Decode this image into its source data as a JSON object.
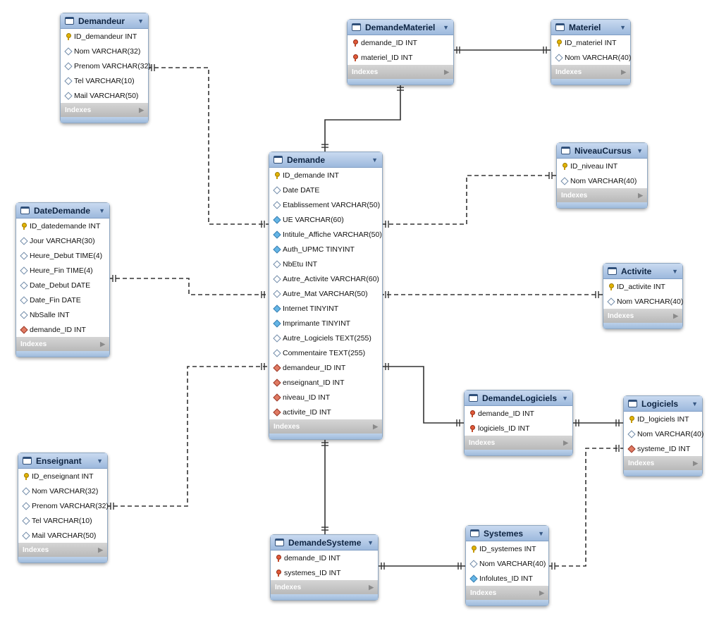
{
  "tables": [
    {
      "id": "Demandeur",
      "name": "Demandeur",
      "columns": [
        {
          "label": "ID_demandeur INT",
          "icon": "primary-key-icon"
        },
        {
          "label": "Nom VARCHAR(32)",
          "icon": "attribute-icon"
        },
        {
          "label": "Prenom VARCHAR(32)",
          "icon": "attribute-icon"
        },
        {
          "label": "Tel VARCHAR(10)",
          "icon": "attribute-icon"
        },
        {
          "label": "Mail VARCHAR(50)",
          "icon": "attribute-icon"
        }
      ],
      "indexes_label": "Indexes"
    },
    {
      "id": "DemandeMateriel",
      "name": "DemandeMateriel",
      "columns": [
        {
          "label": "demande_ID INT",
          "icon": "primary-foreign-key-icon"
        },
        {
          "label": "materiel_ID INT",
          "icon": "primary-foreign-key-icon"
        }
      ],
      "indexes_label": "Indexes"
    },
    {
      "id": "Materiel",
      "name": "Materiel",
      "columns": [
        {
          "label": "ID_materiel INT",
          "icon": "primary-key-icon"
        },
        {
          "label": "Nom VARCHAR(40)",
          "icon": "attribute-icon"
        }
      ],
      "indexes_label": "Indexes"
    },
    {
      "id": "NiveauCursus",
      "name": "NiveauCursus",
      "columns": [
        {
          "label": "ID_niveau INT",
          "icon": "primary-key-icon"
        },
        {
          "label": "Nom VARCHAR(40)",
          "icon": "attribute-icon"
        }
      ],
      "indexes_label": "Indexes"
    },
    {
      "id": "Demande",
      "name": "Demande",
      "columns": [
        {
          "label": "ID_demande INT",
          "icon": "primary-key-icon"
        },
        {
          "label": "Date DATE",
          "icon": "attribute-icon"
        },
        {
          "label": "Etablissement VARCHAR(50)",
          "icon": "attribute-icon"
        },
        {
          "label": "UE VARCHAR(60)",
          "icon": "not-null-icon"
        },
        {
          "label": "Intitule_Affiche VARCHAR(50)",
          "icon": "not-null-icon"
        },
        {
          "label": "Auth_UPMC TINYINT",
          "icon": "not-null-icon"
        },
        {
          "label": "NbEtu INT",
          "icon": "attribute-icon"
        },
        {
          "label": "Autre_Activite VARCHAR(60)",
          "icon": "attribute-icon"
        },
        {
          "label": "Autre_Mat VARCHAR(50)",
          "icon": "attribute-icon"
        },
        {
          "label": "Internet TINYINT",
          "icon": "not-null-icon"
        },
        {
          "label": "Imprimante TINYINT",
          "icon": "not-null-icon"
        },
        {
          "label": "Autre_Logiciels TEXT(255)",
          "icon": "attribute-icon"
        },
        {
          "label": "Commentaire TEXT(255)",
          "icon": "attribute-icon"
        },
        {
          "label": "demandeur_ID INT",
          "icon": "foreign-key-icon"
        },
        {
          "label": "enseignant_ID INT",
          "icon": "foreign-key-icon"
        },
        {
          "label": "niveau_ID INT",
          "icon": "foreign-key-icon"
        },
        {
          "label": "activite_ID INT",
          "icon": "foreign-key-icon"
        }
      ],
      "indexes_label": "Indexes"
    },
    {
      "id": "DateDemande",
      "name": "DateDemande",
      "columns": [
        {
          "label": "ID_datedemande INT",
          "icon": "primary-key-icon"
        },
        {
          "label": "Jour VARCHAR(30)",
          "icon": "attribute-icon"
        },
        {
          "label": "Heure_Debut TIME(4)",
          "icon": "attribute-icon"
        },
        {
          "label": "Heure_Fin TIME(4)",
          "icon": "attribute-icon"
        },
        {
          "label": "Date_Debut DATE",
          "icon": "attribute-icon"
        },
        {
          "label": "Date_Fin DATE",
          "icon": "attribute-icon"
        },
        {
          "label": "NbSalle INT",
          "icon": "attribute-icon"
        },
        {
          "label": "demande_ID INT",
          "icon": "foreign-key-icon"
        }
      ],
      "indexes_label": "Indexes"
    },
    {
      "id": "Activite",
      "name": "Activite",
      "columns": [
        {
          "label": "ID_activite INT",
          "icon": "primary-key-icon"
        },
        {
          "label": "Nom VARCHAR(40)",
          "icon": "attribute-icon"
        }
      ],
      "indexes_label": "Indexes"
    },
    {
      "id": "DemandeLogiciels",
      "name": "DemandeLogiciels",
      "columns": [
        {
          "label": "demande_ID INT",
          "icon": "primary-foreign-key-icon"
        },
        {
          "label": "logiciels_ID INT",
          "icon": "primary-foreign-key-icon"
        }
      ],
      "indexes_label": "Indexes"
    },
    {
      "id": "Logiciels",
      "name": "Logiciels",
      "columns": [
        {
          "label": "ID_logiciels INT",
          "icon": "primary-key-icon"
        },
        {
          "label": "Nom VARCHAR(40)",
          "icon": "attribute-icon"
        },
        {
          "label": "systeme_ID INT",
          "icon": "foreign-key-icon"
        }
      ],
      "indexes_label": "Indexes"
    },
    {
      "id": "Enseignant",
      "name": "Enseignant",
      "columns": [
        {
          "label": "ID_enseignant INT",
          "icon": "primary-key-icon"
        },
        {
          "label": "Nom VARCHAR(32)",
          "icon": "attribute-icon"
        },
        {
          "label": "Prenom VARCHAR(32)",
          "icon": "attribute-icon"
        },
        {
          "label": "Tel VARCHAR(10)",
          "icon": "attribute-icon"
        },
        {
          "label": "Mail VARCHAR(50)",
          "icon": "attribute-icon"
        }
      ],
      "indexes_label": "Indexes"
    },
    {
      "id": "DemandeSysteme",
      "name": "DemandeSysteme",
      "columns": [
        {
          "label": "demande_ID INT",
          "icon": "primary-foreign-key-icon"
        },
        {
          "label": "systemes_ID INT",
          "icon": "primary-foreign-key-icon"
        }
      ],
      "indexes_label": "Indexes"
    },
    {
      "id": "Systemes",
      "name": "Systemes",
      "columns": [
        {
          "label": "ID_systemes INT",
          "icon": "primary-key-icon"
        },
        {
          "label": "Nom VARCHAR(40)",
          "icon": "attribute-icon"
        },
        {
          "label": "Infolutes_ID INT",
          "icon": "not-null-icon"
        }
      ],
      "indexes_label": "Indexes"
    }
  ],
  "relationships": [
    {
      "from": "Demandeur",
      "to": "Demande",
      "style": "dashed",
      "notation": "one-to-many"
    },
    {
      "from": "DemandeMateriel",
      "to": "Materiel",
      "style": "solid",
      "notation": "many-to-one"
    },
    {
      "from": "Demande",
      "to": "DemandeMateriel",
      "style": "solid",
      "notation": "one-to-many"
    },
    {
      "from": "NiveauCursus",
      "to": "Demande",
      "style": "dashed",
      "notation": "one-to-many"
    },
    {
      "from": "DateDemande",
      "to": "Demande",
      "style": "dashed",
      "notation": "many-to-one"
    },
    {
      "from": "Activite",
      "to": "Demande",
      "style": "dashed",
      "notation": "one-to-many"
    },
    {
      "from": "Enseignant",
      "to": "Demande",
      "style": "dashed",
      "notation": "one-to-many"
    },
    {
      "from": "Demande",
      "to": "DemandeLogiciels",
      "style": "solid",
      "notation": "one-to-many"
    },
    {
      "from": "DemandeLogiciels",
      "to": "Logiciels",
      "style": "solid",
      "notation": "many-to-one"
    },
    {
      "from": "Demande",
      "to": "DemandeSysteme",
      "style": "solid",
      "notation": "one-to-many"
    },
    {
      "from": "DemandeSysteme",
      "to": "Systemes",
      "style": "solid",
      "notation": "many-to-one"
    },
    {
      "from": "Systemes",
      "to": "Logiciels",
      "style": "dashed",
      "notation": "one-to-many"
    }
  ],
  "colors": {
    "header": "#9db9dd",
    "border": "#8ea6c0",
    "indexes_bar": "#b9b9b9",
    "line": "#333333"
  }
}
